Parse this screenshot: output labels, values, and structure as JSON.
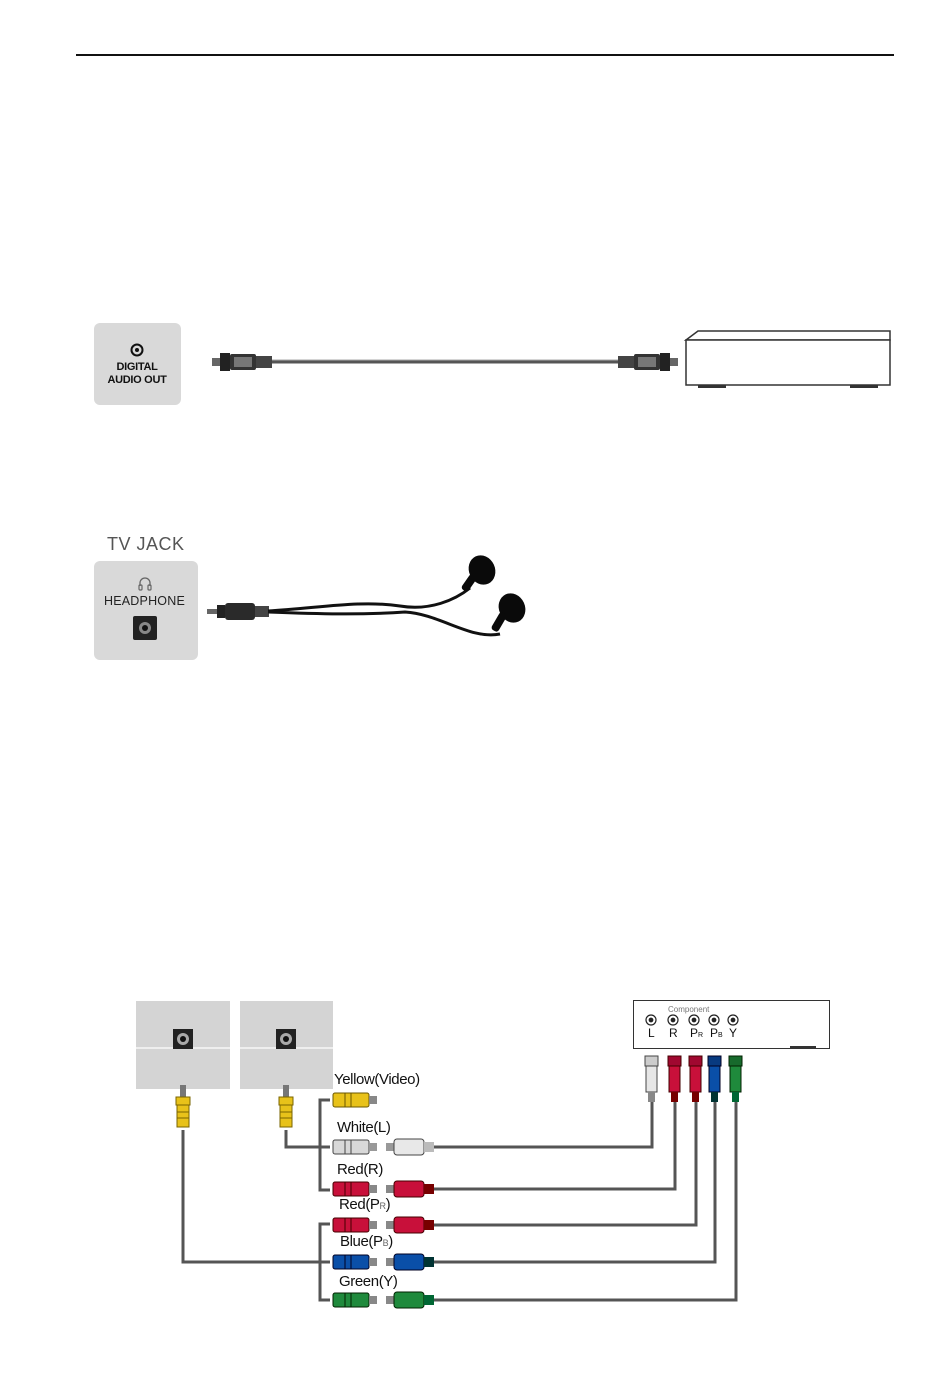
{
  "digital_section": {
    "port_label_line1": "DIGITAL",
    "port_label_line2": "AUDIO OUT"
  },
  "headphone_section": {
    "jack_title": "TV JACK",
    "port_label": "HEADPHONE"
  },
  "component_section": {
    "device_label": "Component",
    "port_labels": [
      "L",
      "R",
      "PR",
      "PB",
      "Y"
    ],
    "cable_labels": {
      "yellow": "Yellow(Video)",
      "white": "White(L)",
      "red_r": "Red(R)",
      "red_pr": "Red(P",
      "red_pr_sub": "R",
      "blue_pb": "Blue(P",
      "blue_pb_sub": "B",
      "green_y": "Green(Y)",
      "close_paren": ")"
    },
    "colors": {
      "yellow": "#e8c21a",
      "white": "#d8d8d8",
      "red": "#c8103a",
      "blue": "#0a4fa8",
      "green": "#1f8a3c",
      "cable": "#555555"
    }
  }
}
